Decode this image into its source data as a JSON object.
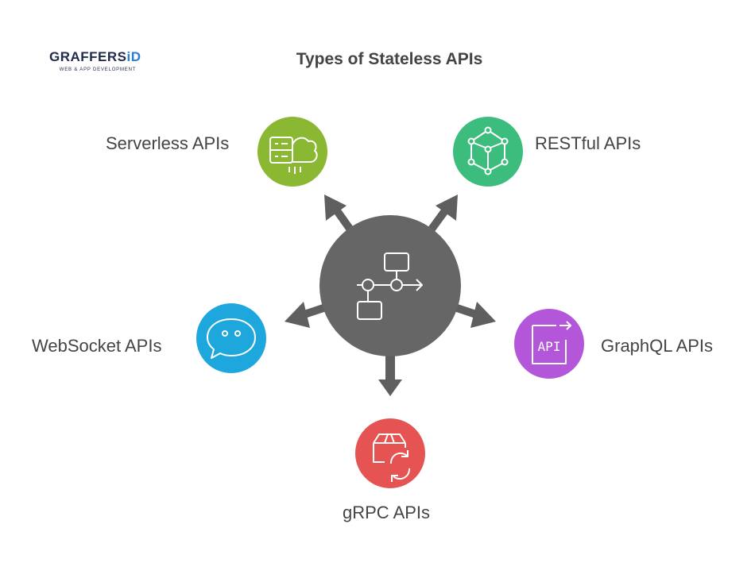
{
  "logo": {
    "name_part1": "GRAFFERS",
    "name_part2": "iD",
    "tagline": "WEB & APP DEVELOPMENT"
  },
  "title": "Types of Stateless APIs",
  "nodes": [
    {
      "label": "Serverless APIs",
      "color": "#8ab833",
      "icon": "server-cloud-icon"
    },
    {
      "label": "RESTful APIs",
      "color": "#3dbd7d",
      "icon": "network-nodes-icon"
    },
    {
      "label": "GraphQL APIs",
      "color": "#b456d9",
      "icon": "api-document-icon"
    },
    {
      "label": "gRPC APIs",
      "color": "#e55353",
      "icon": "package-sync-icon"
    },
    {
      "label": "WebSocket APIs",
      "color": "#1ea7dc",
      "icon": "chat-bubble-icon"
    }
  ],
  "hub": {
    "color": "#666666",
    "arrow_color": "#5f5f5f",
    "icon": "workflow-icon"
  }
}
